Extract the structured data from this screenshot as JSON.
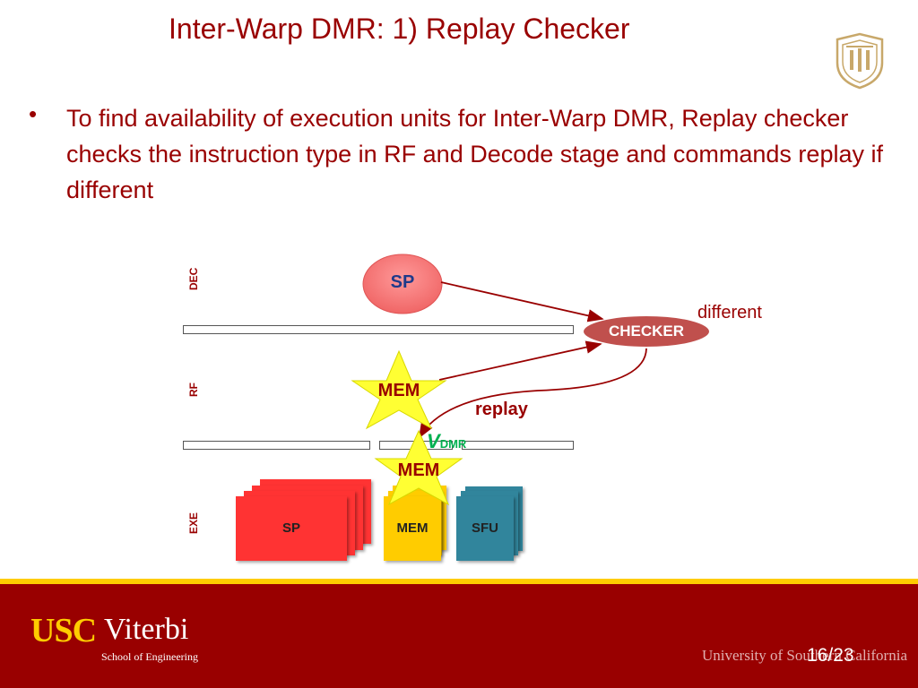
{
  "slide": {
    "title": "Inter-Warp DMR: 1) Replay Checker",
    "bullet": "To find availability of execution units for Inter-Warp DMR, Replay checker checks the instruction type in RF and Decode stage and commands replay if different",
    "page_number": "16/23"
  },
  "diagram": {
    "stages": {
      "dec": "DEC",
      "rf": "RF",
      "exe": "EXE"
    },
    "dec_unit": "SP",
    "checker": "CHECKER",
    "different_label": "different",
    "replay_label": "replay",
    "rf_star": "MEM",
    "exe_star": "MEM",
    "vdmr_v": "V",
    "vdmr_sub": "DMR",
    "units": {
      "sp": "SP",
      "mem": "MEM",
      "sfu": "SFU"
    }
  },
  "footer": {
    "logo_usc": "USC",
    "logo_viterbi": "Viterbi",
    "logo_school": "School of Engineering",
    "university": "University of Southern California"
  },
  "colors": {
    "title": "#990000",
    "footer_bg": "#990000",
    "footer_gold": "#ffcc00",
    "sp_unit": "#ff3333",
    "mem_unit": "#ffcc00",
    "sfu_unit": "#31859c",
    "checker": "#c0504d",
    "star": "#ffff33",
    "vdmr": "#00b050"
  }
}
